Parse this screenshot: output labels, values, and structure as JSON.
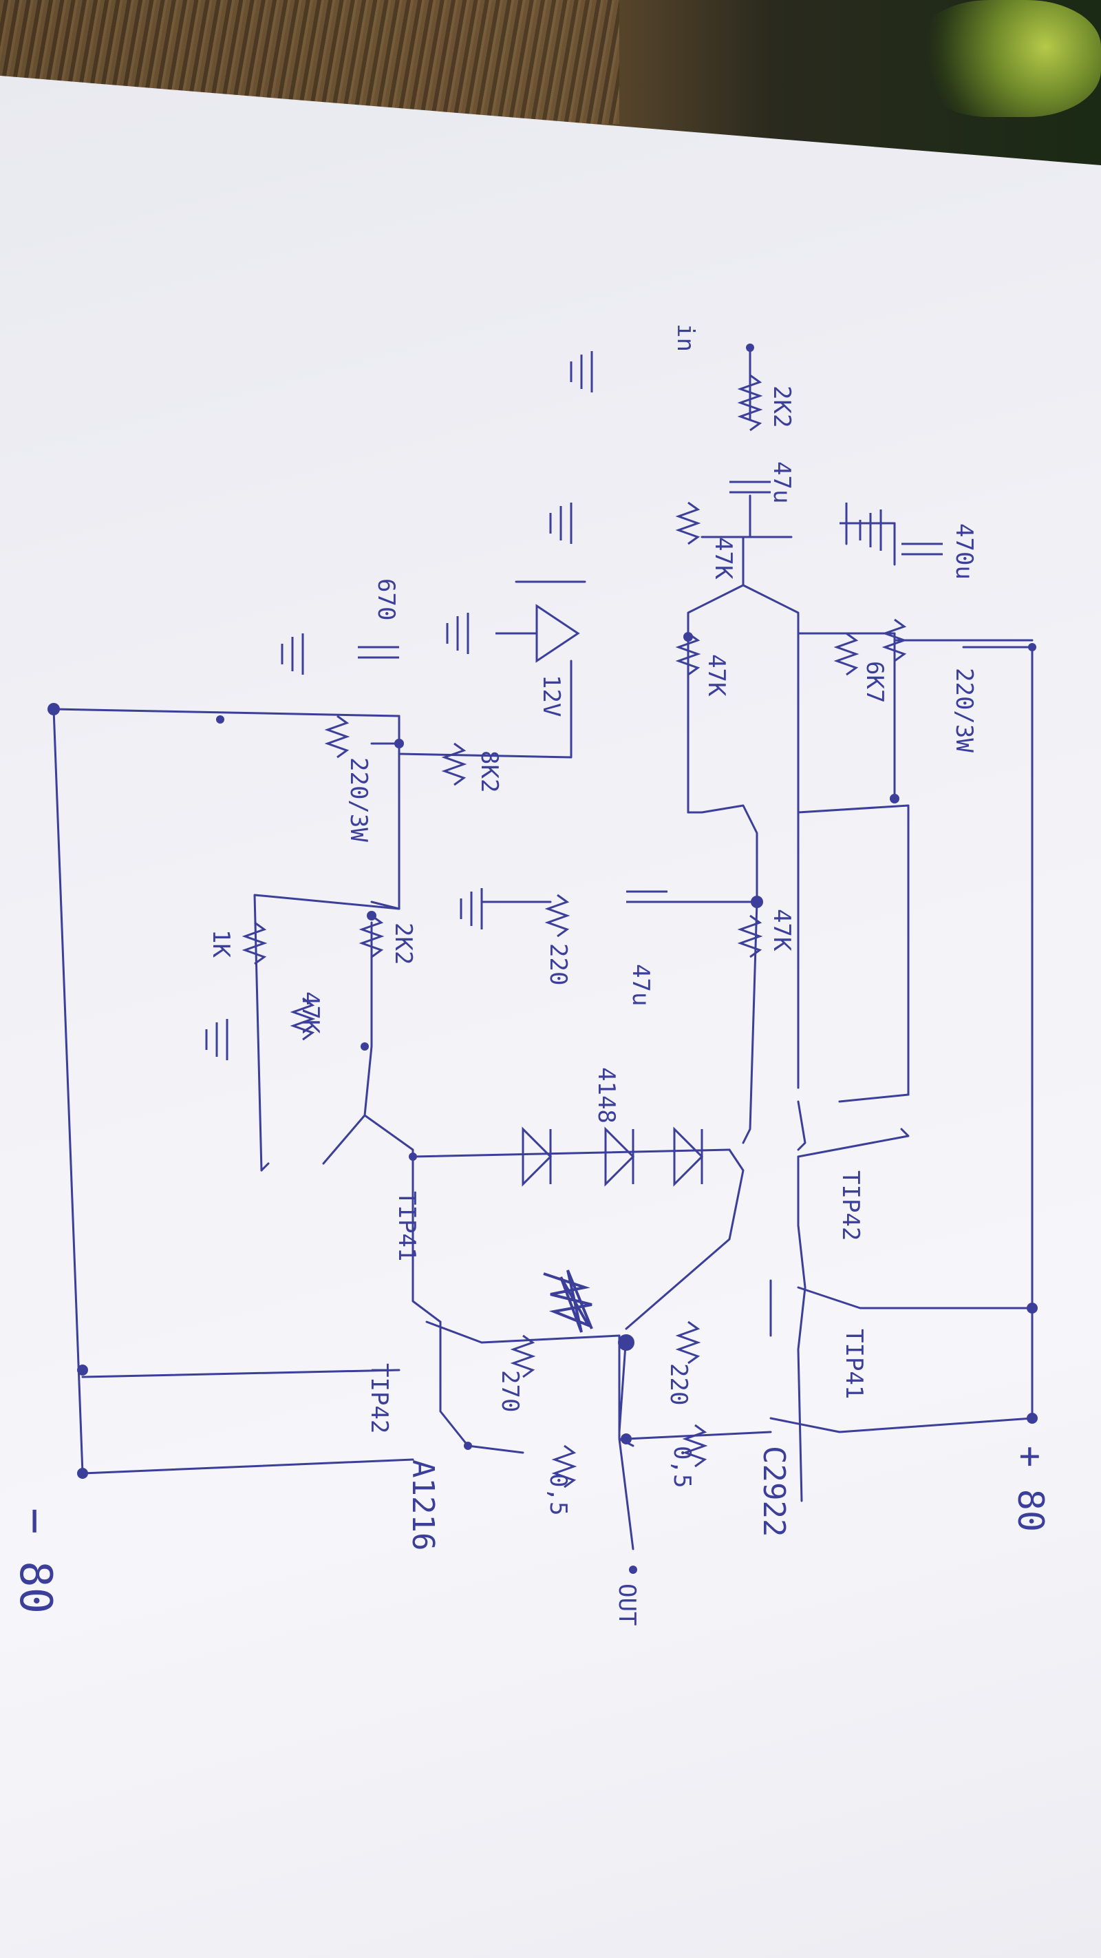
{
  "colors": {
    "ink": "#3b3f9a",
    "paper": "#f1f1f6"
  },
  "labels": {
    "in": "in",
    "r_in": "2K2",
    "c_in": "47u",
    "r_a": "47K",
    "r_b": "47K",
    "c_470": "470u",
    "r_220_3w_top": "220/3W",
    "r_6k7": "6K7",
    "zener": "12V",
    "c_670": "670",
    "r_8k2": "8K2",
    "r_220_3w_left": "220/3W",
    "r_2k2": "2K2",
    "r_47k_mid": "47K",
    "c_47u_mid": "47u",
    "r_220_mid": "220",
    "d_4148": "4148",
    "r_1k": "1K",
    "pot_47k": "47K",
    "q_tip41_left": "TIP41",
    "q_tip42_left": "TIP42",
    "q_tip42_right": "TIP42",
    "q_tip41_right": "TIP41",
    "r_220_out": "220",
    "r_270": "270",
    "r_05_top": "0,5",
    "r_05_bot": "0,5",
    "q_a1216": "A1216",
    "q_c2922": "C2922",
    "out": "OUT",
    "plus": "+ 80",
    "minus": "− 80"
  }
}
